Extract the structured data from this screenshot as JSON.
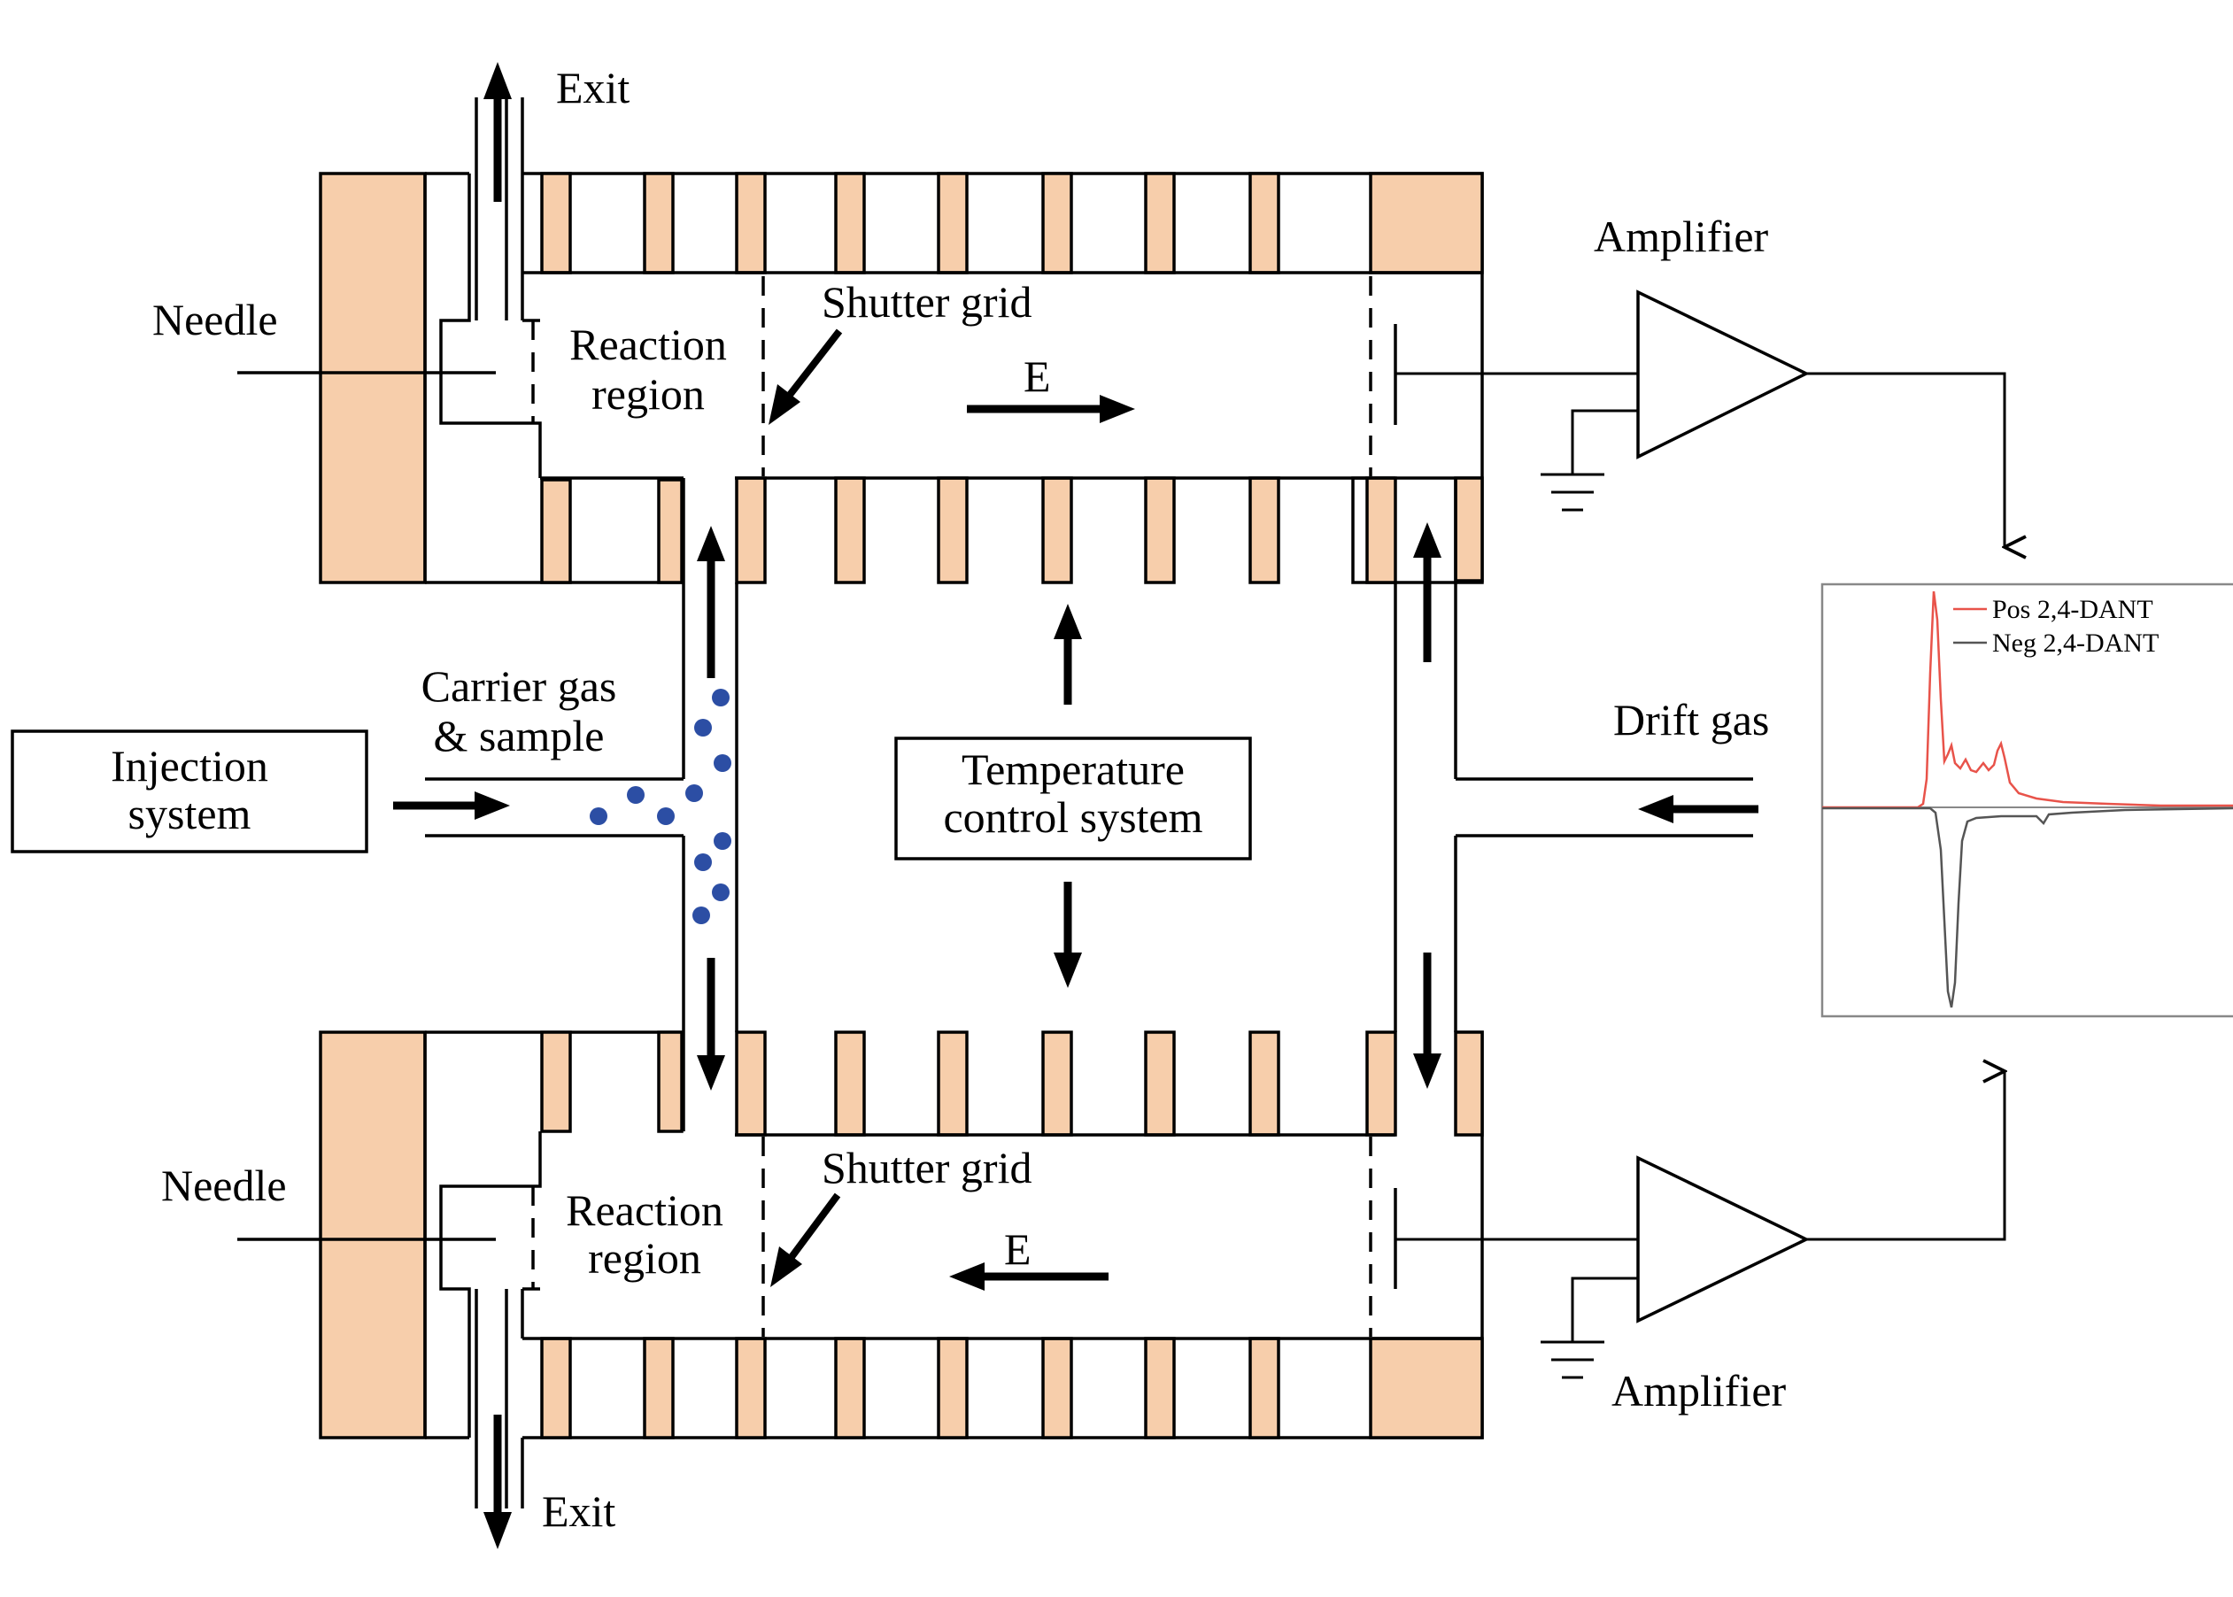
{
  "labels": {
    "exit_top": "Exit",
    "exit_bottom": "Exit",
    "needle_top": "Needle",
    "needle_bottom": "Needle",
    "reaction_top_line1": "Reaction",
    "reaction_top_line2": "region",
    "reaction_bottom_line1": "Reaction",
    "reaction_bottom_line2": "region",
    "shutter_top": "Shutter grid",
    "shutter_bottom": "Shutter grid",
    "e_top": "E",
    "e_bottom": "E",
    "amplifier_top": "Amplifier",
    "amplifier_bottom": "Amplifier",
    "carrier_line1": "Carrier gas",
    "carrier_line2": "& sample",
    "injection_line1": "Injection",
    "injection_line2": "system",
    "temperature_line1": "Temperature",
    "temperature_line2": "control system",
    "drift_gas": "Drift gas"
  },
  "spectrum": {
    "legend": [
      {
        "name": "Pos 2,4-DANT",
        "color": "#e8534a"
      },
      {
        "name": "Neg 2,4-DANT",
        "color": "#555555"
      }
    ]
  },
  "colors": {
    "electrode": "#f7ceab",
    "sample_dots": "#2c4ea4"
  }
}
